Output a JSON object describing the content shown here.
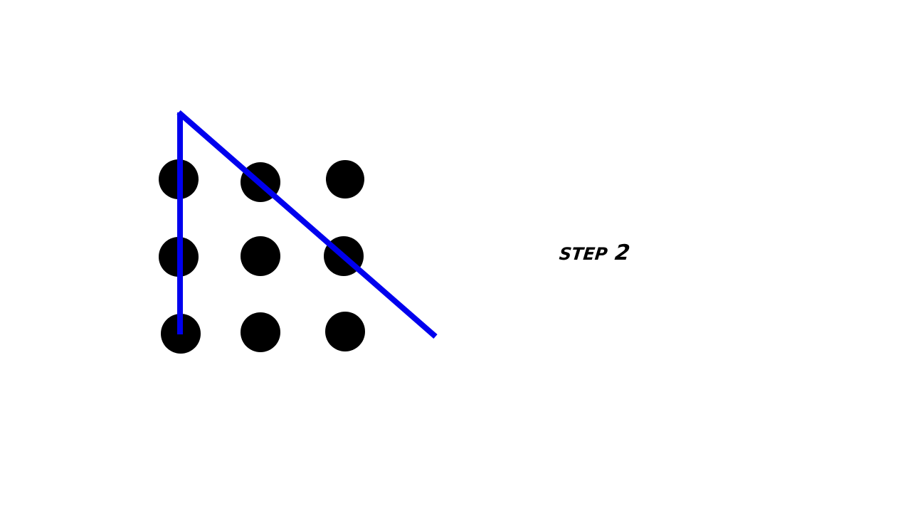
{
  "slide": {
    "step_word": "STEP",
    "step_number": "2"
  },
  "colors": {
    "background": "#ffffff",
    "dot": "#000000",
    "line": "#0000ee"
  },
  "dots": {
    "rows": 3,
    "cols": 3
  },
  "lines": [
    {
      "name": "vertical-line",
      "description_free": true
    },
    {
      "name": "diagonal-line",
      "description_free": true
    }
  ]
}
